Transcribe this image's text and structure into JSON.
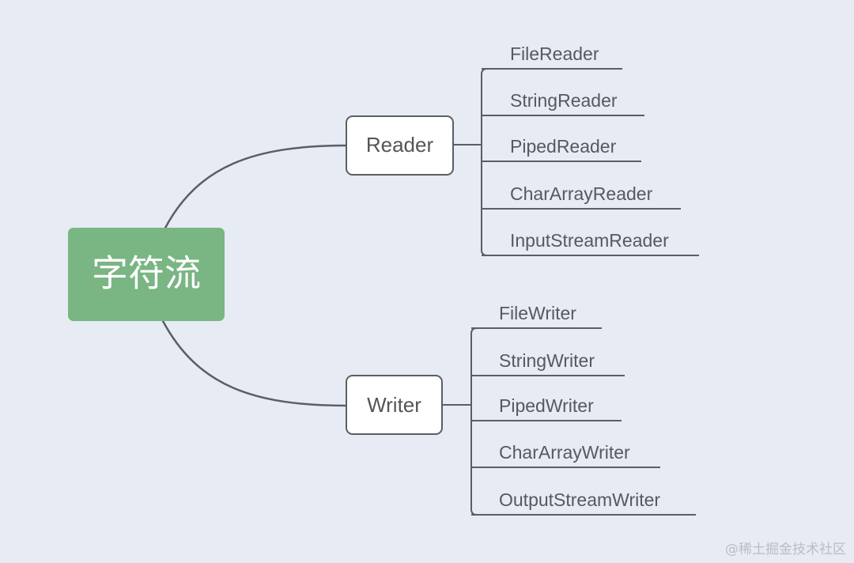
{
  "root": {
    "label": "字符流",
    "color": "#7ab584"
  },
  "branches": [
    {
      "id": "reader",
      "label": "Reader",
      "children": [
        "FileReader",
        "StringReader",
        "PipedReader",
        "CharArrayReader",
        "InputStreamReader"
      ]
    },
    {
      "id": "writer",
      "label": "Writer",
      "children": [
        "FileWriter",
        "StringWriter",
        "PipedWriter",
        "CharArrayWriter",
        "OutputStreamWriter"
      ]
    }
  ],
  "watermark": "@稀土掘金技术社区",
  "colors": {
    "background": "#e6ebf4",
    "line": "#5b5e63",
    "node_border": "#5b5e63",
    "node_fill": "#ffffff"
  }
}
